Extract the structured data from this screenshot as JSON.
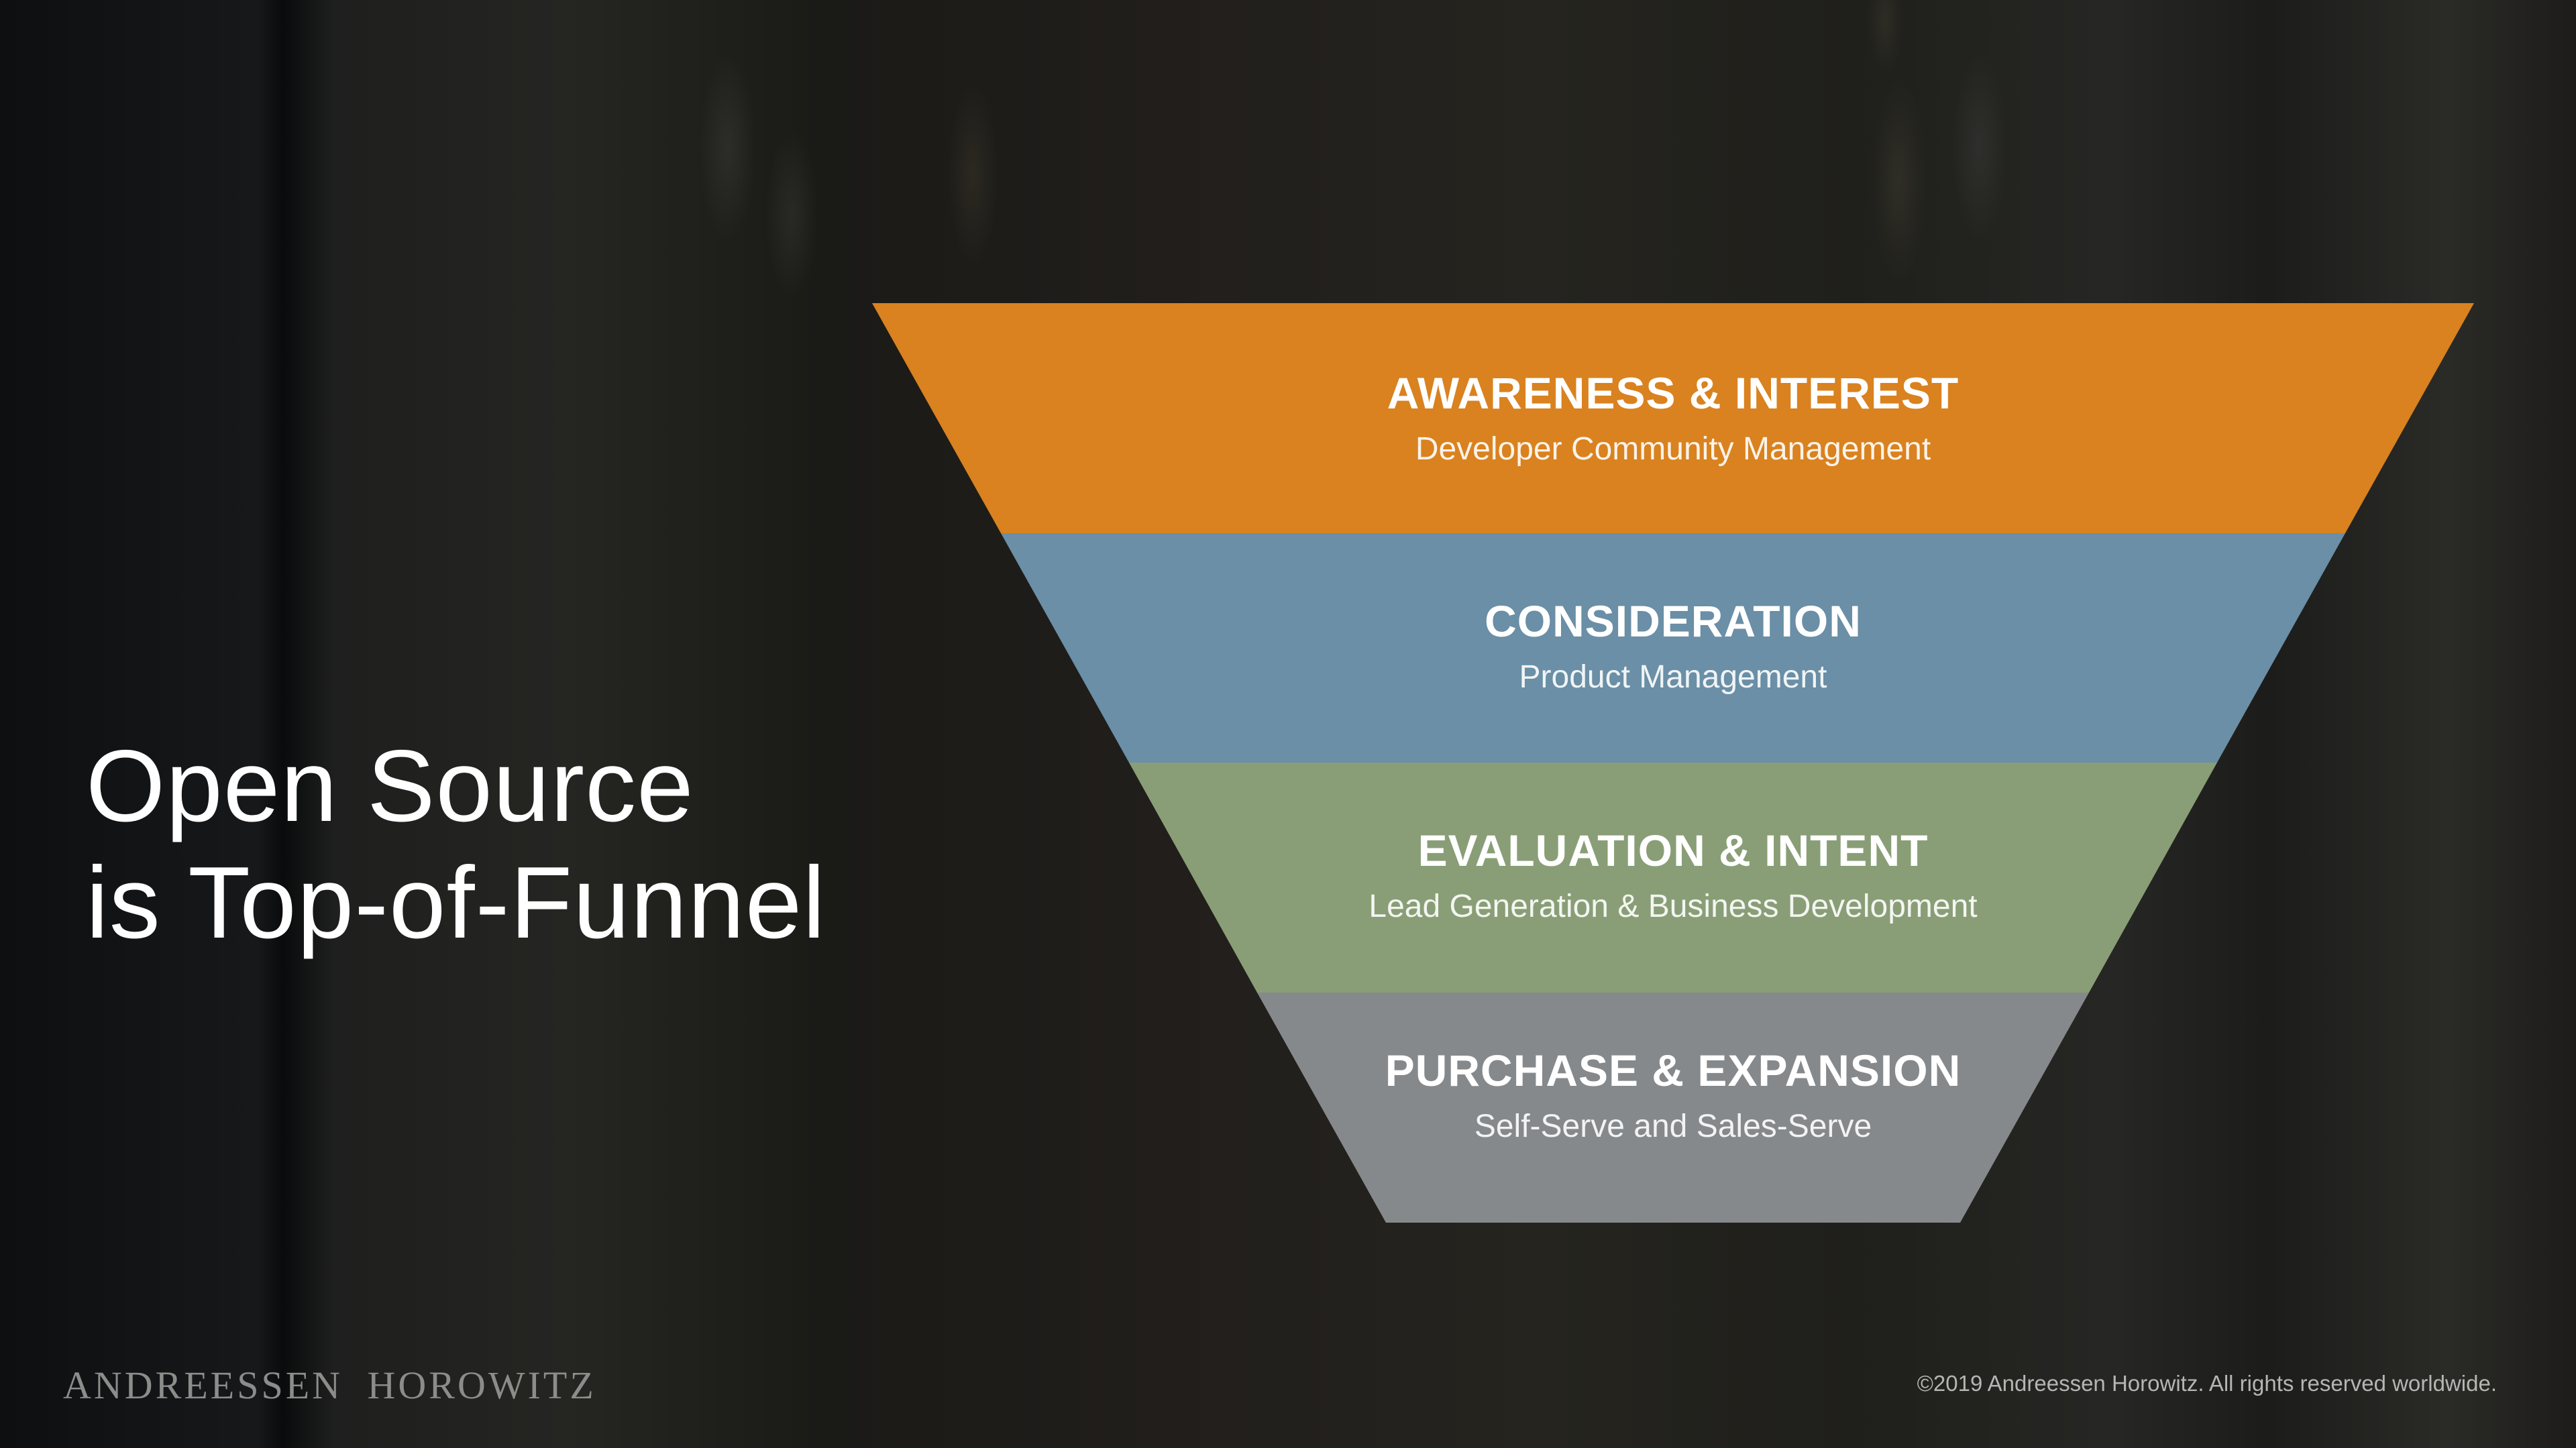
{
  "slide": {
    "title_lines": [
      "Open Source",
      "is Top-of-Funnel"
    ]
  },
  "funnel": {
    "stages": [
      {
        "title": "AWARENESS & INTEREST",
        "subtitle": "Developer Community Management",
        "color": "#d9821f"
      },
      {
        "title": "CONSIDERATION",
        "subtitle": "Product Management",
        "color": "#6a8fa6"
      },
      {
        "title": "EVALUATION & INTENT",
        "subtitle": "Lead Generation & Business Development",
        "color": "#899e76"
      },
      {
        "title": "PURCHASE & EXPANSION",
        "subtitle": "Self-Serve and Sales-Serve",
        "color": "#86898c"
      }
    ]
  },
  "footer": {
    "logo": "ANDREESSEN HOROWITZ",
    "copyright": "©2019 Andreessen Horowitz. All rights reserved worldwide."
  }
}
